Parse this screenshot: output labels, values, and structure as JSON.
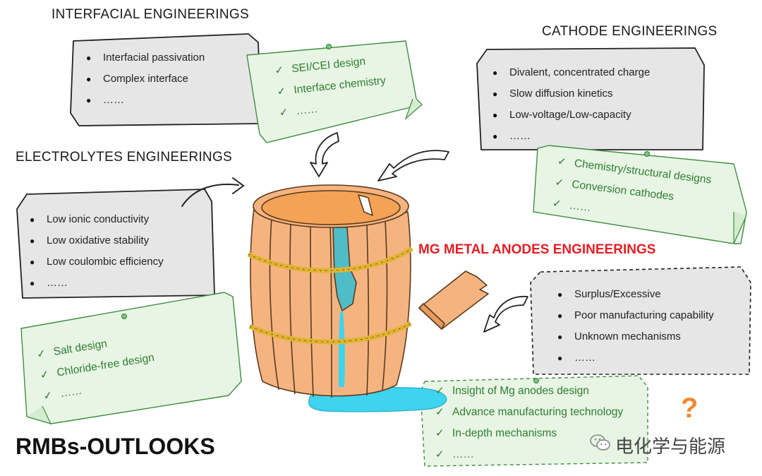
{
  "title": "RMBs-OUTLOOKS",
  "sections": {
    "interfacial": {
      "heading": "INTERFACIAL ENGINEERINGS",
      "problems": [
        "Interfacial passivation",
        "Complex interface",
        "……"
      ],
      "solutions": [
        "SEI/CEI design",
        "Interface chemistry",
        "……"
      ]
    },
    "cathode": {
      "heading": "CATHODE ENGINEERINGS",
      "problems": [
        "Divalent, concentrated charge",
        "Slow diffusion kinetics",
        "Low-voltage/Low-capacity",
        "……"
      ],
      "solutions": [
        "Chemistry/structural designs",
        "Conversion cathodes",
        "……"
      ]
    },
    "electrolytes": {
      "heading": "ELECTROLYTES ENGINEERINGS",
      "problems": [
        "Low ionic conductivity",
        "Low oxidative stability",
        "Low coulombic efficiency",
        "……"
      ],
      "solutions": [
        "Salt design",
        "Chloride-free design",
        "……"
      ]
    },
    "anodes": {
      "heading": "MG METAL ANODES ENGINEERINGS",
      "problems": [
        "Surplus/Excessive",
        "Poor manufacturing capability",
        "Unknown mechanisms",
        "……"
      ],
      "solutions": [
        "Insight of Mg anodes design",
        "Advance manufacturing technology",
        "In-depth mechanisms",
        "……"
      ]
    }
  },
  "question_mark": "?",
  "watermark": "电化学与能源",
  "colors": {
    "heading_red": "#e21f26",
    "note_grey": "#e6e6e6",
    "note_green": "#e8f5e4",
    "check_green": "#2e7d32",
    "barrel": "#f5b47f",
    "barrel_rope": "#e0b432",
    "water": "#3ed3ee"
  }
}
